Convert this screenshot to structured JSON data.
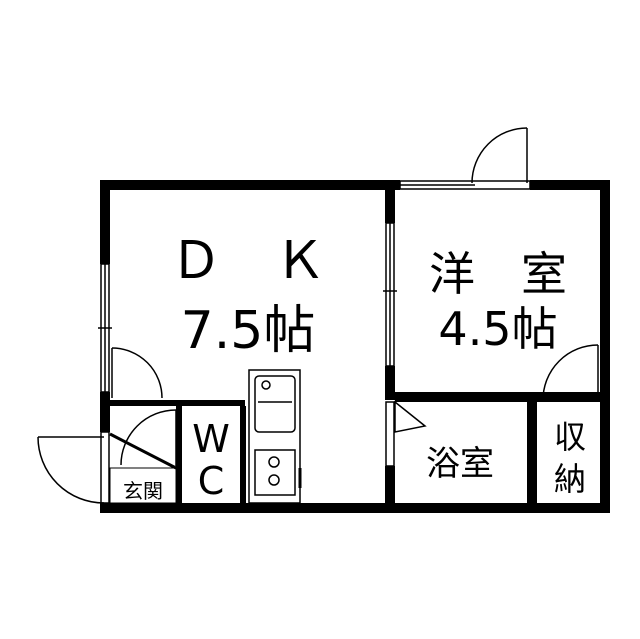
{
  "rooms": {
    "dk": {
      "name": "Ｄ　Ｋ",
      "size": "7.5帖"
    },
    "western": {
      "name": "洋　室",
      "size": "4.5帖"
    },
    "wc_top": "W",
    "wc_bottom": "C",
    "bath": "浴室",
    "storage_top": "収",
    "storage_bottom": "納",
    "entrance": "玄関"
  },
  "colors": {
    "wall": "#000000",
    "background": "#ffffff"
  }
}
